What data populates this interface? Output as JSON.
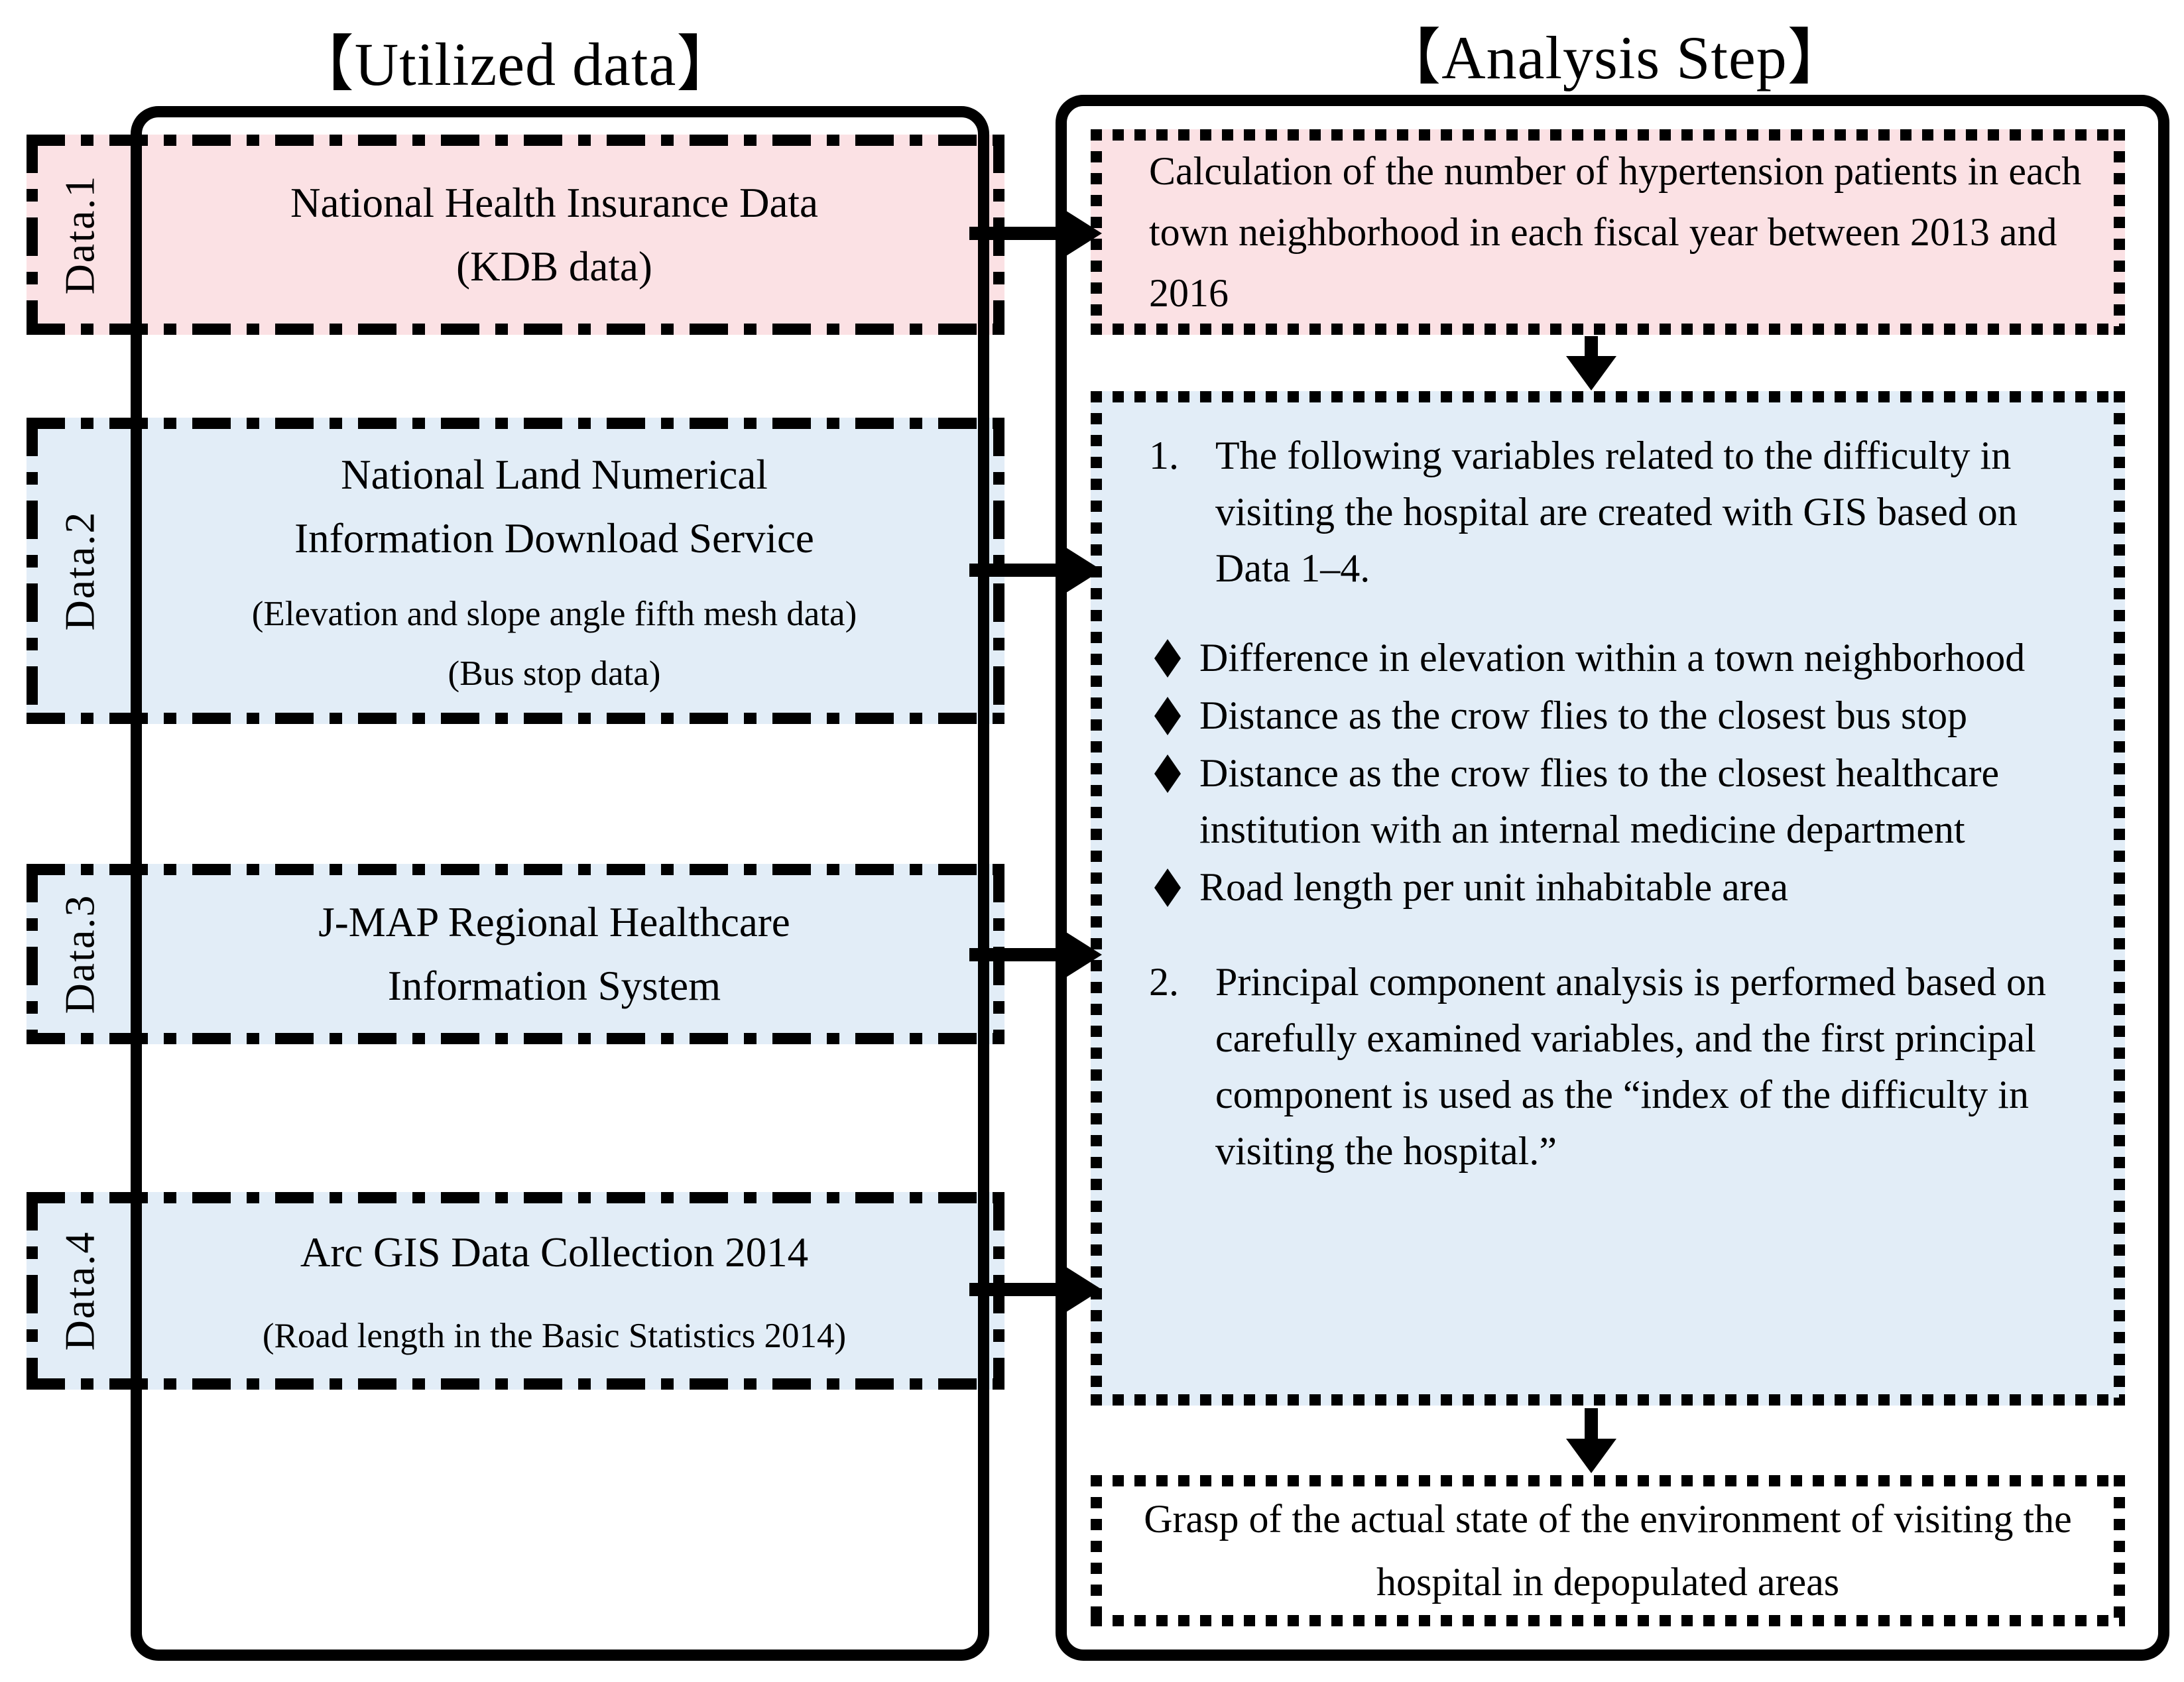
{
  "titles": {
    "left": "【Utilized data】",
    "right": "【Analysis Step】"
  },
  "colors": {
    "pink_fill": "#fbe1e4",
    "blue_fill": "#e2edf7",
    "line_black": "#000000"
  },
  "icons": {
    "bullet": "diamond-bullet",
    "flow_right": "arrow-right",
    "flow_down": "arrow-down"
  },
  "utilized_data": {
    "items": [
      {
        "label": "Data.1",
        "title": "National Health Insurance Data\n(KDB data)",
        "subtitle": "",
        "subtitle2": ""
      },
      {
        "label": "Data.2",
        "title": "National Land Numerical\nInformation Download Service",
        "subtitle": "(Elevation and slope angle fifth mesh data)",
        "subtitle2": "(Bus stop data)"
      },
      {
        "label": "Data.3",
        "title": "J-MAP Regional Healthcare\nInformation System",
        "subtitle": "",
        "subtitle2": ""
      },
      {
        "label": "Data.4",
        "title": "Arc GIS Data Collection 2014",
        "subtitle": "(Road length in the Basic Statistics 2014)",
        "subtitle2": ""
      }
    ]
  },
  "analysis": {
    "box1": "Calculation of the number of hypertension patients in each town neighborhood in each fiscal year between 2013 and 2016",
    "box2": {
      "item1_no": "1.",
      "item1": "The following variables related to the difficulty in visiting the hospital are created with GIS based on Data 1–4.",
      "bullets": [
        "Difference in elevation within a town neighborhood",
        "Distance as the crow flies to the closest bus stop",
        "Distance as the crow flies to the closest healthcare institution with an internal medicine department",
        "Road length per unit inhabitable area"
      ],
      "item2_no": "2.",
      "item2": "Principal component analysis is performed based on carefully examined variables, and the first principal component is used as the “index of the difficulty in visiting the hospital.”"
    },
    "box3": "Grasp of the actual state of the environment of visiting the hospital in depopulated areas"
  }
}
